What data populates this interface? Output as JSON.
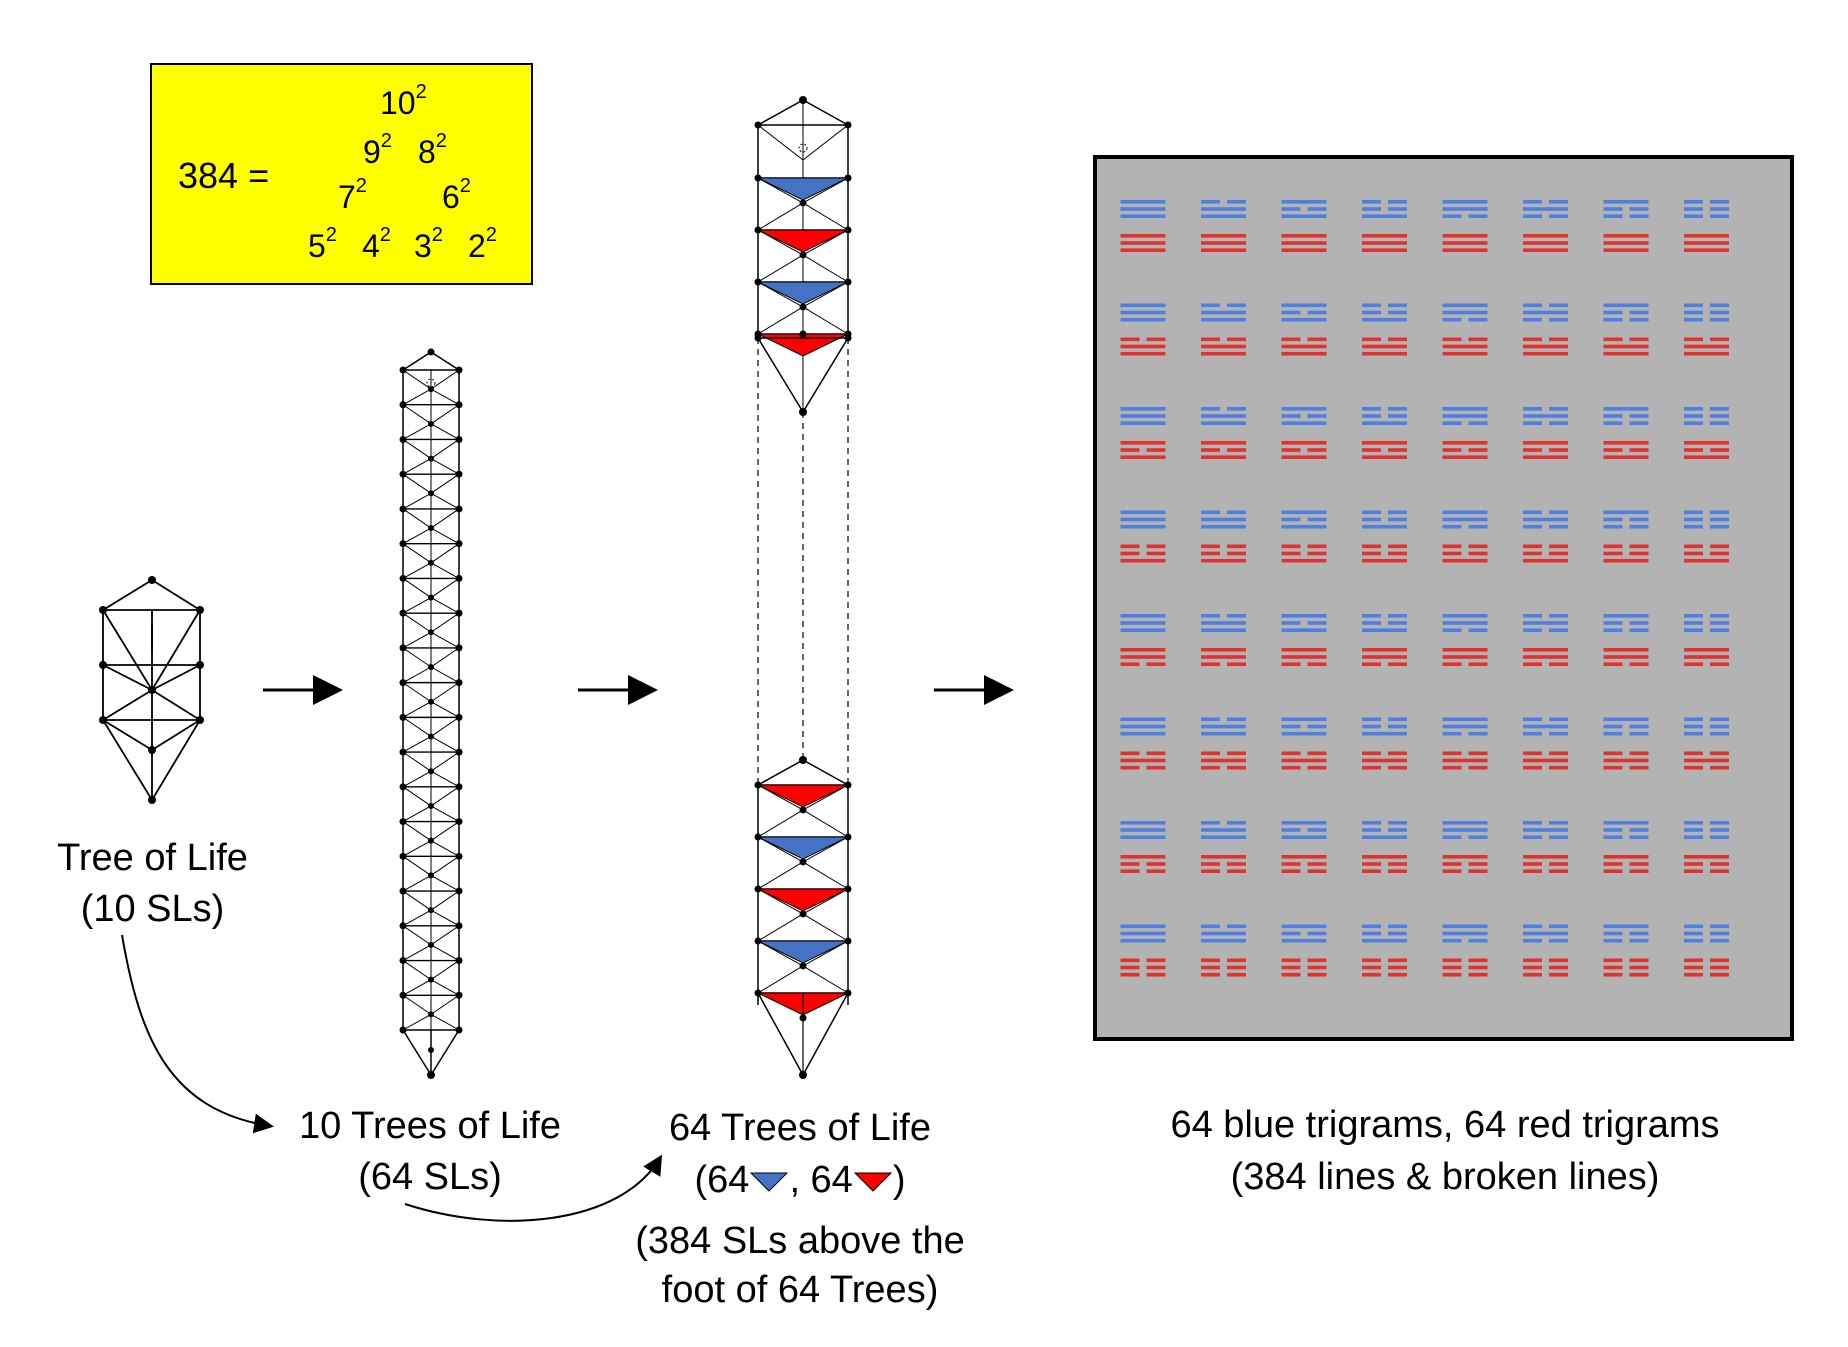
{
  "equation": {
    "lhs": "384 =",
    "terms": [
      {
        "base": "10",
        "exp": "2"
      },
      {
        "base": "9",
        "exp": "2"
      },
      {
        "base": "8",
        "exp": "2"
      },
      {
        "base": "7",
        "exp": "2"
      },
      {
        "base": "6",
        "exp": "2"
      },
      {
        "base": "5",
        "exp": "2"
      },
      {
        "base": "4",
        "exp": "2"
      },
      {
        "base": "3",
        "exp": "2"
      },
      {
        "base": "2",
        "exp": "2"
      }
    ]
  },
  "labels": {
    "tree_title": "Tree of Life",
    "tree_sub": "(10 SLs)",
    "ten_title": "10 Trees of Life",
    "ten_sub": "(64 SLs)",
    "sixtyfour_title": "64 Trees of Life",
    "sixtyfour_open": "(64",
    "sixtyfour_mid": ", 64",
    "sixtyfour_close": ")",
    "sixtyfour_note1": "(384 SLs above the",
    "sixtyfour_note2": "foot of 64 Trees)",
    "trigram_title": "64 blue trigrams, 64 red trigrams",
    "trigram_sub": "(384 lines & broken lines)"
  },
  "colors": {
    "blue": "#4472c4",
    "blue_line": "#4f7fe0",
    "red": "#ff0000",
    "red_line": "#e0322e",
    "yellow": "#ffff00",
    "panel": "#b3b3b3"
  },
  "trigram_grid": {
    "rows": 8,
    "cols": 8,
    "blue_trigrams": [
      "111",
      "011",
      "101",
      "001",
      "110",
      "010",
      "100",
      "000",
      "111",
      "011",
      "101",
      "001",
      "110",
      "010",
      "100",
      "000",
      "111",
      "011",
      "101",
      "001",
      "110",
      "010",
      "100",
      "000",
      "111",
      "011",
      "101",
      "001",
      "110",
      "010",
      "100",
      "000",
      "111",
      "011",
      "101",
      "001",
      "110",
      "010",
      "100",
      "000",
      "111",
      "011",
      "101",
      "001",
      "110",
      "010",
      "100",
      "000",
      "111",
      "011",
      "101",
      "001",
      "110",
      "010",
      "100",
      "000",
      "111",
      "011",
      "101",
      "001",
      "110",
      "010",
      "100",
      "000"
    ],
    "red_trigrams": [
      "111",
      "111",
      "111",
      "111",
      "111",
      "111",
      "111",
      "111",
      "011",
      "011",
      "011",
      "011",
      "011",
      "011",
      "011",
      "011",
      "101",
      "101",
      "101",
      "101",
      "101",
      "101",
      "101",
      "101",
      "001",
      "001",
      "001",
      "001",
      "001",
      "001",
      "001",
      "001",
      "110",
      "110",
      "110",
      "110",
      "110",
      "110",
      "110",
      "110",
      "010",
      "010",
      "010",
      "010",
      "010",
      "010",
      "010",
      "010",
      "100",
      "100",
      "100",
      "100",
      "100",
      "100",
      "100",
      "100",
      "000",
      "000",
      "000",
      "000",
      "000",
      "000",
      "000",
      "000"
    ]
  }
}
